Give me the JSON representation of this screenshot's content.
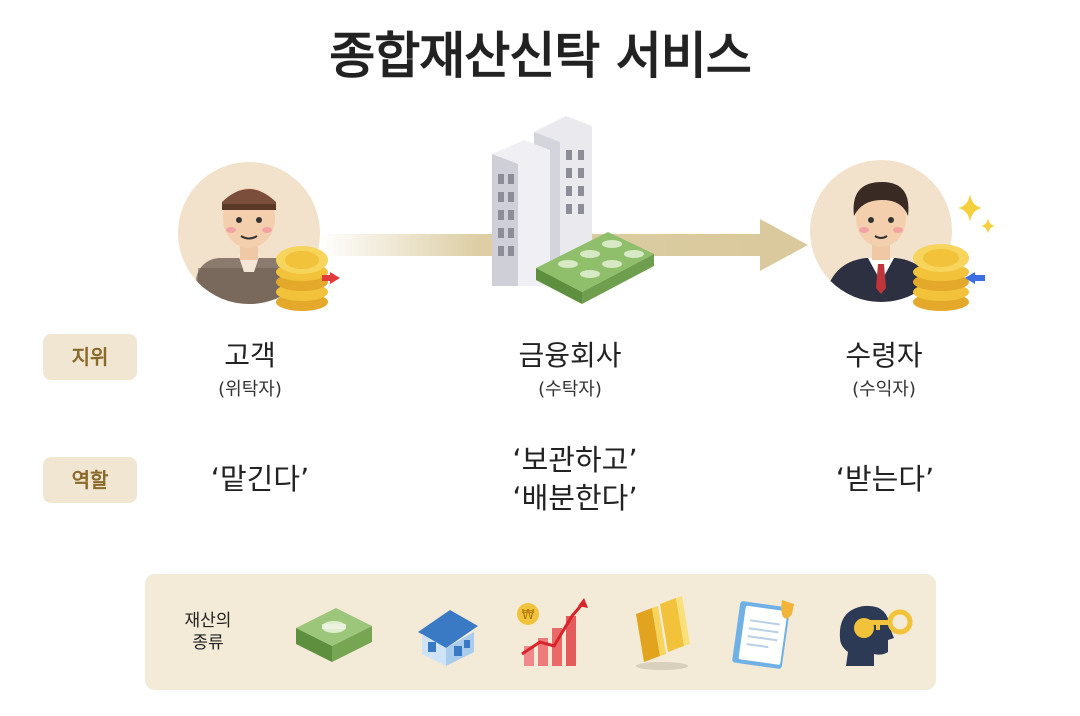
{
  "title": "종합재산신탁 서비스",
  "rows": {
    "position_label": "지위",
    "role_label": "역할"
  },
  "parties": [
    {
      "name": "고객",
      "sub": "(위탁자)",
      "role_line1": "‘맡긴다’",
      "role_line2": ""
    },
    {
      "name": "금융회사",
      "sub": "(수탁자)",
      "role_line1": "‘보관하고’",
      "role_line2": "‘배분한다’"
    },
    {
      "name": "수령자",
      "sub": "(수익자)",
      "role_line1": "‘받는다’",
      "role_line2": ""
    }
  ],
  "assets": {
    "label_line1": "재산의",
    "label_line2": "종류",
    "icons": [
      "cash-icon",
      "house-icon",
      "stock-chart-icon",
      "gold-bar-icon",
      "document-icon",
      "intellectual-property-icon"
    ]
  },
  "colors": {
    "tag_bg": "#f1e6d2",
    "tag_text": "#8a6a2a",
    "arrow": "#d9c99c",
    "bar_bg": "#f3ead7",
    "coin": "#f2c33a"
  }
}
